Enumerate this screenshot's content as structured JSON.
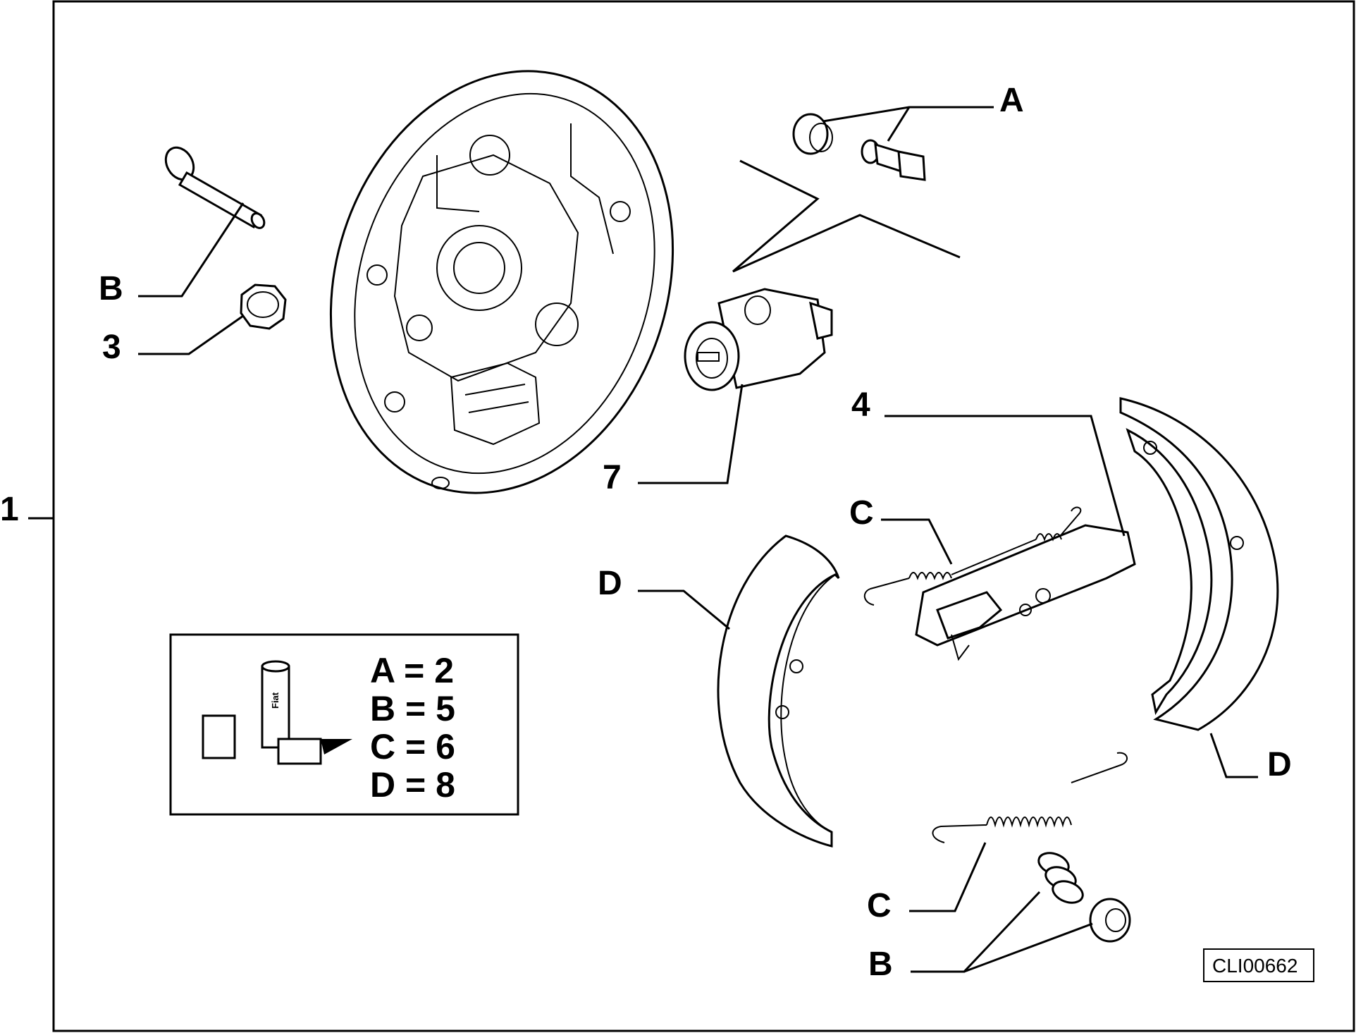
{
  "labels": {
    "assembly": "1",
    "cap_A": "A",
    "pin_B": "B",
    "nut_3": "3",
    "cylinder_7": "7",
    "lever_4": "4",
    "spring_C_upper": "C",
    "spring_C_lower": "C",
    "shoe_D_left": "D",
    "shoe_D_right": "D",
    "spring_B_lower": "B"
  },
  "legend": {
    "items": [
      "A = 2",
      "B = 5",
      "C = 6",
      "D = 8"
    ],
    "logo_text": "Fiat"
  },
  "reference_code": "CLI00662"
}
